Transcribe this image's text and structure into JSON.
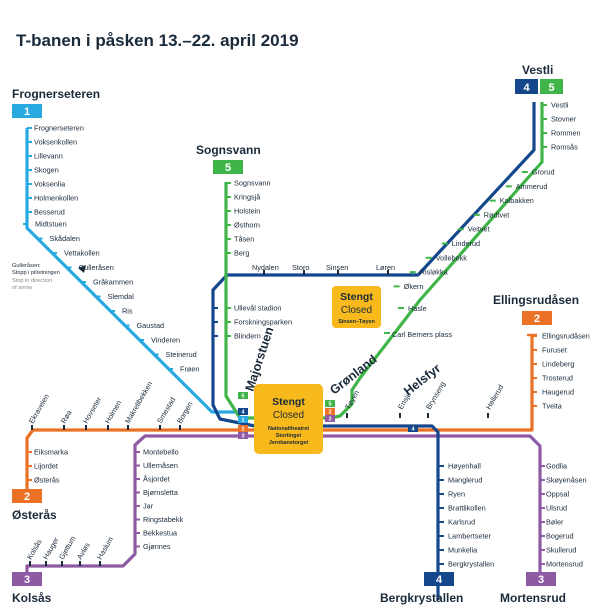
{
  "title": "T-banen i påsken 13.–22. april 2019",
  "colors": {
    "line1": "#28a9e0",
    "line2": "#ea7125",
    "line3": "#8e5aa4",
    "line4": "#15478c",
    "line5": "#3fb549",
    "closed": "#f7b91b",
    "text": "#1a2a3a"
  },
  "termini": {
    "frognerseteren": "Frognerseteren",
    "vestli": "Vestli",
    "sognsvann": "Sognsvann",
    "ellingsrudasen": "Ellingsrudåsen",
    "osteras": "Østerås",
    "kolsas": "Kolsås",
    "bergkrystallen": "Bergkrystallen",
    "mortensrud": "Mortensrud"
  },
  "badges": {
    "l1": "1",
    "l2": "2",
    "l3": "3",
    "l4": "4",
    "l5": "5"
  },
  "trunk_labels": {
    "majorstuen": "Majorstuen",
    "gronland": "Grønland",
    "helsfyr": "Helsfyr"
  },
  "closed_center": {
    "stengt": "Stengt",
    "closed": "Closed",
    "stations": [
      "Nationaltheatret",
      "Stortinget",
      "Jernbanetorget"
    ]
  },
  "closed_sinsen": {
    "stengt": "Stengt",
    "closed": "Closed",
    "segment": "Sinsen–Tøyen"
  },
  "note": {
    "lines": [
      "Gulleråsen:",
      "Stopp i pilretningen"
    ],
    "grey_lines": [
      "Stop in direction",
      "of arrow"
    ]
  },
  "stations": {
    "line1": [
      "Frognerseteren",
      "Voksenkollen",
      "Lillevann",
      "Skogen",
      "Voksenlia",
      "Holmenkollen",
      "Besserud",
      "Midtstuen",
      "Skådalen",
      "Vettakollen",
      "Gulleråsen",
      "Gråkammen",
      "Slemdal",
      "Ris",
      "Gaustad",
      "Vinderen",
      "Steinerud",
      "Frøen"
    ],
    "vestli": [
      "Vestli",
      "Stovner",
      "Rommen",
      "Romsås",
      "Grorud",
      "Ammerud",
      "Kalbakken",
      "Rødtvet",
      "Veitvet",
      "Linderud",
      "Vollebekk",
      "Risløkka",
      "Økern"
    ],
    "sognsvann": [
      "Sognsvann",
      "Kringsjå",
      "Holstein",
      "Østhorn",
      "Tåsen",
      "Berg"
    ],
    "ring_top": [
      "Nydalen",
      "Storo",
      "Sinsen",
      "Løren"
    ],
    "ring_left": [
      "Ullevål stadion",
      "Forskningsparken",
      "Blindern"
    ],
    "ring_right": [
      "Hasle",
      "Carl Berners plass"
    ],
    "east_trunk": [
      "Tøyen",
      "Ensjø",
      "Brynseng",
      "Hellerud"
    ],
    "osteras": [
      "Ekraveien",
      "Røa",
      "Hovseter",
      "Holmen",
      "Makrellbekken",
      "Smestad",
      "Borgen"
    ],
    "osteras_branch": [
      "Eiksmarka",
      "Lijordet",
      "Østerås"
    ],
    "kolsas_branch": [
      "Montebello",
      "Ullernåsen",
      "Åsjordet",
      "Bjørnsletta",
      "Jar",
      "Ringstabekk",
      "Bekkestua",
      "Gjønnes"
    ],
    "kolsas_bottom": [
      "Kolsås",
      "Hauger",
      "Gjettum",
      "Avløs",
      "Haslum"
    ],
    "ellingsrud": [
      "Ellingsrudåsen",
      "Furuset",
      "Lindeberg",
      "Trosterud",
      "Haugerud",
      "Tveita"
    ],
    "bergkrystallen": [
      "Høyenhall",
      "Manglerud",
      "Ryen",
      "Brattlikollen",
      "Karlsrud",
      "Lambertseter",
      "Munkelia",
      "Bergkrystallen"
    ],
    "mortensrud": [
      "Godlia",
      "Skøyenåsen",
      "Oppsal",
      "Ulsrud",
      "Bøler",
      "Bogerud",
      "Skullerud",
      "Mortensrud"
    ]
  }
}
